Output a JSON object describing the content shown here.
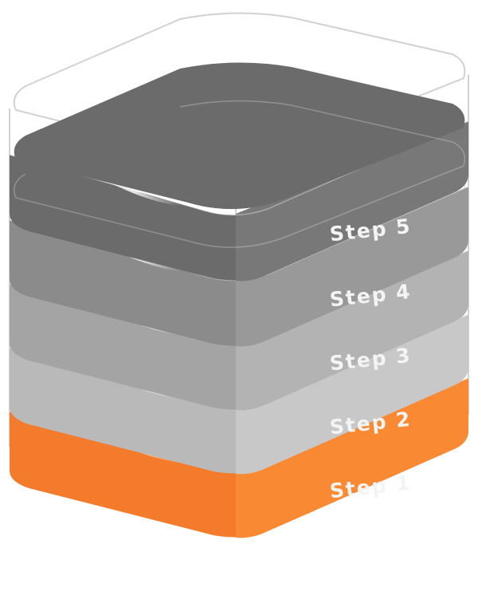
{
  "diagram": {
    "type": "stacked-layer-cube",
    "layers": [
      {
        "label": "Step 1",
        "color": "#f47a2c",
        "side_color": "#f98a33"
      },
      {
        "label": "Step 2",
        "color": "#b9b9b9",
        "side_color": "#c8c8c8"
      },
      {
        "label": "Step 3",
        "color": "#a4a4a4",
        "side_color": "#b3b3b3"
      },
      {
        "label": "Step 4",
        "color": "#8b8b8b",
        "side_color": "#999999"
      },
      {
        "label": "Step 5",
        "color": "#6b6b6b",
        "side_color": "#787878"
      }
    ],
    "glass_outline_color": "#d2d2d2"
  }
}
